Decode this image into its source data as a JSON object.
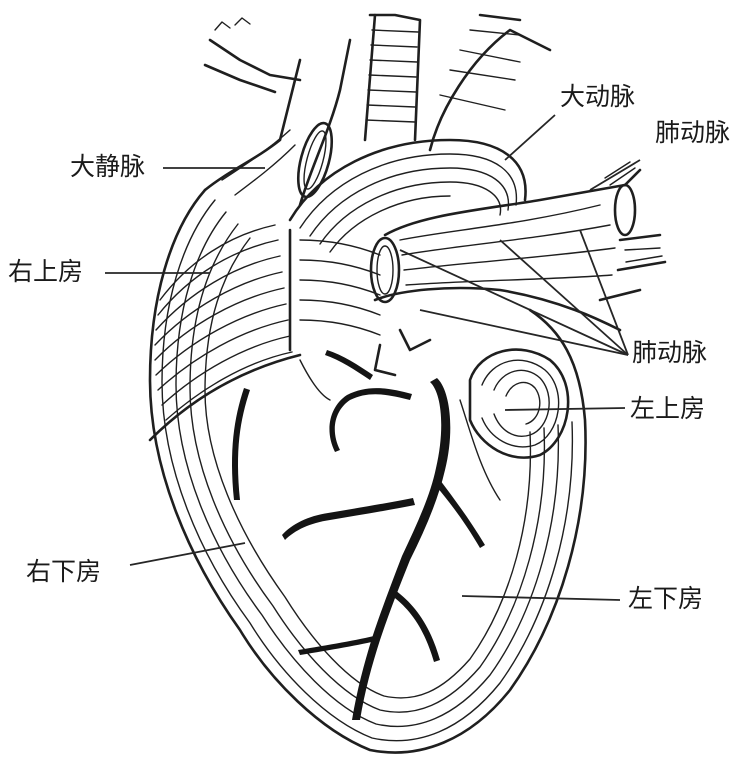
{
  "labels": {
    "aorta": "大动脉",
    "pulmonary_artery_top": "肺动脉",
    "vena_cava": "大静脉",
    "right_atrium": "右上房",
    "pulmonary_artery_mid": "肺动脉",
    "left_atrium": "左上房",
    "right_ventricle": "右下房",
    "left_ventricle": "左下房"
  },
  "colors": {
    "ink": "#1f1f1f",
    "background": "#ffffff"
  }
}
